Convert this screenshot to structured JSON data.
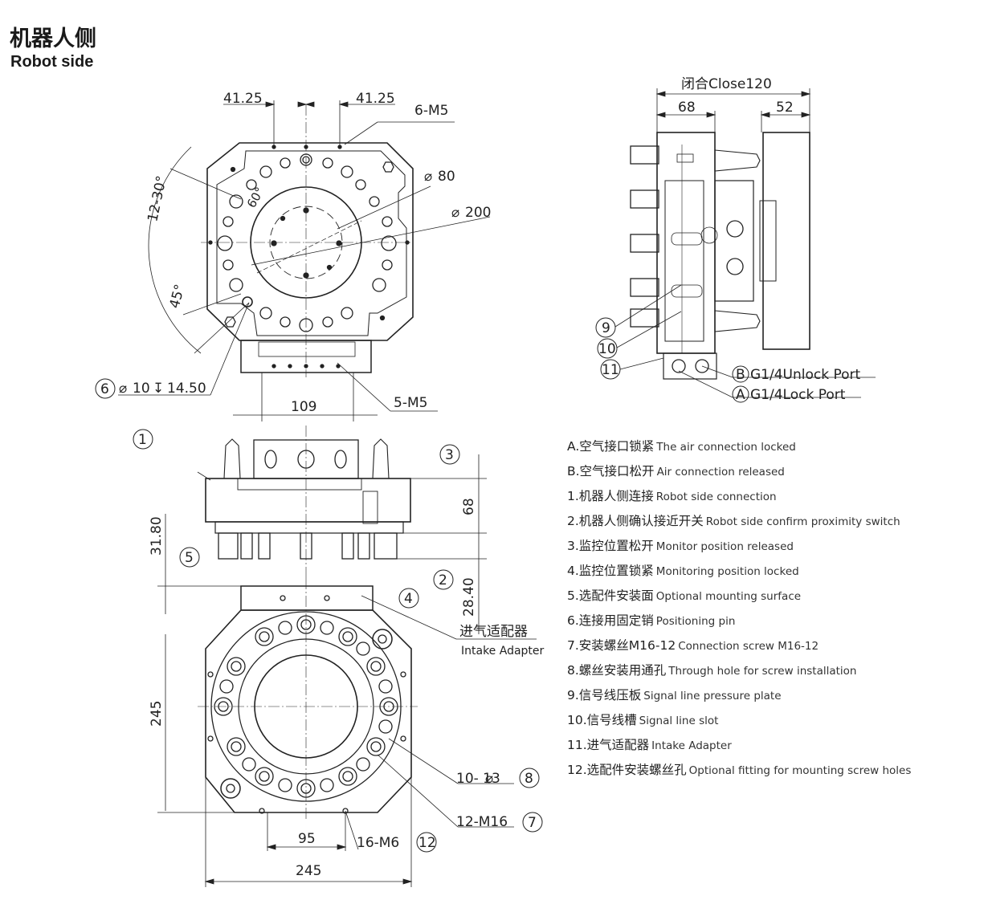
{
  "heading": {
    "title_cn": "机器人侧",
    "title_en": "Robot side"
  },
  "top_view": {
    "dim_left": "41.25",
    "dim_right": "41.25",
    "hole_m5_top": "6-M5",
    "dia_80": "80",
    "dia_200": "200",
    "angle_range": "12-30°",
    "angle_60": "60°",
    "angle_45": "45°",
    "pin_spec": "10",
    "pin_depth": "14.50",
    "width_109": "109",
    "hole_m5_bottom": "5-M5"
  },
  "side_view": {
    "close_label": "闭合Close120",
    "dim_68": "68",
    "dim_52": "52",
    "port_b": "G1/4Unlock Port",
    "port_a": "G1/4Lock Port"
  },
  "front_view": {
    "dim_68": "68",
    "dim_31_80": "31.80",
    "dim_28_40": "28.40"
  },
  "bottom_view": {
    "intake_cn": "进气适配器",
    "intake_en": "Intake Adapter",
    "height_245": "245",
    "width_245": "245",
    "dim_95": "95",
    "hole_13": "10- 13",
    "screw_m16": "12-M16",
    "hole_m6": "16-M6"
  },
  "callouts": {
    "c1": "1",
    "c2": "2",
    "c3": "3",
    "c4": "4",
    "c5": "5",
    "c6": "6",
    "c7": "7",
    "c8": "8",
    "c9": "9",
    "c10": "10",
    "c11": "11",
    "c12": "12",
    "cA": "A",
    "cB": "B"
  },
  "legend": [
    {
      "cn": "A.空气接口锁紧",
      "en": "The air connection locked"
    },
    {
      "cn": "B.空气接口松开",
      "en": "Air connection released"
    },
    {
      "cn": "1.机器人侧连接",
      "en": "Robot side connection"
    },
    {
      "cn": "2.机器人侧确认接近开关",
      "en": "Robot side confirm proximity switch"
    },
    {
      "cn": "3.监控位置松开",
      "en": "Monitor position released"
    },
    {
      "cn": "4.监控位置锁紧",
      "en": "Monitoring position locked"
    },
    {
      "cn": "5.选配件安装面",
      "en": "Optional mounting surface"
    },
    {
      "cn": "6.连接用固定销",
      "en": "Positioning pin"
    },
    {
      "cn": "7.安装螺丝M16-12",
      "en": "Connection screw M16-12"
    },
    {
      "cn": "8.螺丝安装用通孔",
      "en": "Through hole for screw installation"
    },
    {
      "cn": "9.信号线压板",
      "en": "Signal line pressure plate"
    },
    {
      "cn": "10.信号线槽",
      "en": "Signal line slot"
    },
    {
      "cn": "11.进气适配器",
      "en": "Intake Adapter"
    },
    {
      "cn": "12.选配件安装螺丝孔",
      "en": "Optional fitting for mounting screw holes"
    }
  ]
}
